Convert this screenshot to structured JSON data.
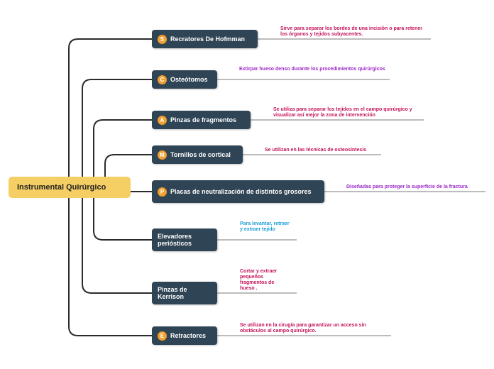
{
  "root": {
    "label": "Instrumental Quirúrgico"
  },
  "nodes": [
    {
      "icon": "S",
      "label": "Recratores De Hofmman",
      "note": "Sirve para separar los bordes de una incisión o para retener los órganos y tejidos subyacentes."
    },
    {
      "icon": "C",
      "label": "Osteótomos",
      "note": "Extirpar hueso denso durante los procedimientos quirúrgicos"
    },
    {
      "icon": "A",
      "label": "Pinzas de fragmentos",
      "note": "Se utiliza para separar los tejidos en el campo quirúrgico y visualizar así mejor la zona de intervención"
    },
    {
      "icon": "M",
      "label": "Tornillos de cortical",
      "note": "Se utilizan en las técnicas de osteosíntesis"
    },
    {
      "icon": "P",
      "label": "Placas de neutralización de distintos grosores",
      "note": "Diseñadas para proteger la superficie de la fractura"
    },
    {
      "icon": "",
      "label": "Elevadores periósticos",
      "note": "Para levantar, retraer  y extraer tejido"
    },
    {
      "icon": "",
      "label": "Pinzas de Kerrison",
      "note": "Cortar y extraer pequeños fragmentos de hueso ."
    },
    {
      "icon": "E",
      "label": "Retractores",
      "note": "Se utilizan en la cirugía para garantizar un acceso sin obstáculos al campo quirúrgico."
    }
  ],
  "colors": {
    "root": "#f5cf63",
    "node": "#2f4455",
    "badge": "#f0a030",
    "note_red": "#c4135b",
    "note_purple": "#9c27c7",
    "note_blue": "#1e9fd8"
  }
}
